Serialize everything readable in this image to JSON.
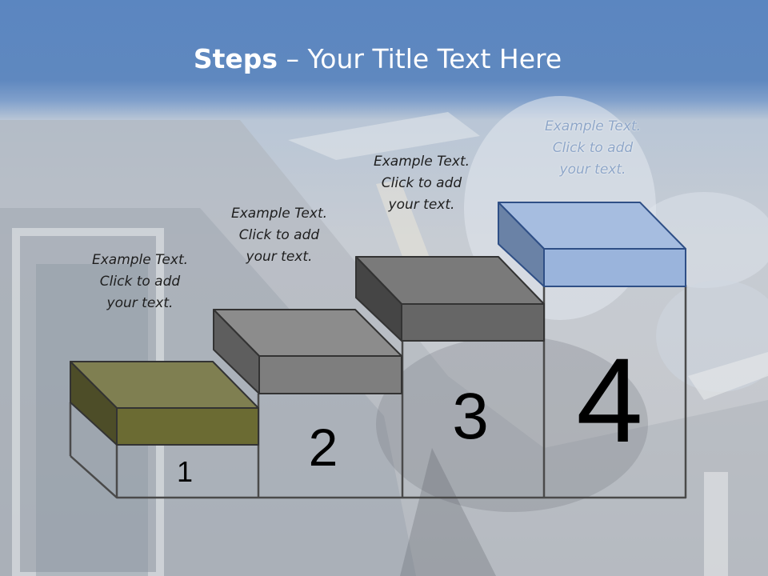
{
  "title": {
    "bold": "Steps",
    "rest": " – Your Title Text Here"
  },
  "steps": [
    {
      "number": "1",
      "caption": "Example Text.\nClick  to add\nyour text.",
      "color": "#6b6b33"
    },
    {
      "number": "2",
      "caption": "Example Text.\nClick  to add\nyour text.",
      "color": "#7e7e7e"
    },
    {
      "number": "3",
      "caption": "Example Text.\nClick  to add\nyour text.",
      "color": "#666666"
    },
    {
      "number": "4",
      "caption": "Example Text.\nClick  to add\nyour text.",
      "color": "#9ab4dc"
    }
  ],
  "colors": {
    "header": "#5b86c0",
    "outline": "#333333",
    "step4_outline": "#2f4f86"
  }
}
